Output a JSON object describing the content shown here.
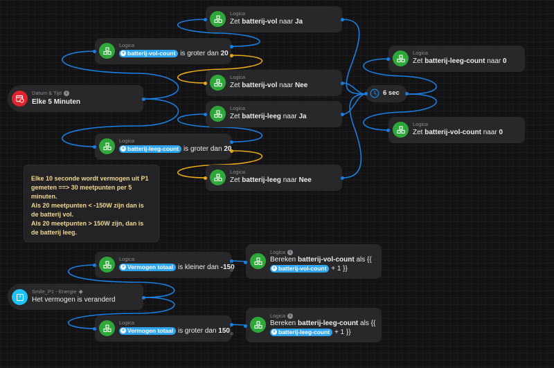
{
  "flow": {
    "triggers": [
      {
        "id": "trigger-time",
        "kind": "Datum & Tijd",
        "title": "Elke 5  Minuten",
        "icon": "calendar-clock-icon",
        "color": "#e0242e"
      },
      {
        "id": "trigger-energy",
        "kind": "Smile_P1 - Energie",
        "title": "Het vermogen is veranderd",
        "icon": "device-icon",
        "color": "#1ec3f5"
      }
    ],
    "conditions": [
      {
        "kind": "Logica",
        "tag": "batterij-vol-count",
        "text": "is groter dan",
        "value": "20"
      },
      {
        "kind": "Logica",
        "tag": "batterij-leeg-count",
        "text": "is groter dan",
        "value": "20"
      },
      {
        "kind": "Logica",
        "tag": "Vermogen totaal",
        "text": "is kleiner dan",
        "value": "-150"
      },
      {
        "kind": "Logica",
        "tag": "Vermogen totaal",
        "text": "is groter dan",
        "value": "150"
      }
    ],
    "actions": [
      {
        "kind": "Logica",
        "prefix": "Zet",
        "var": "batterij-vol",
        "mid": "naar",
        "val": "Ja"
      },
      {
        "kind": "Logica",
        "prefix": "Zet",
        "var": "batterij-vol",
        "mid": "naar",
        "val": "Nee"
      },
      {
        "kind": "Logica",
        "prefix": "Zet",
        "var": "batterij-leeg",
        "mid": "naar",
        "val": "Ja"
      },
      {
        "kind": "Logica",
        "prefix": "Zet",
        "var": "batterij-leeg",
        "mid": "naar",
        "val": "Nee"
      },
      {
        "kind": "Logica",
        "prefix": "Zet",
        "var": "batterij-leeg-count",
        "mid": "naar",
        "val": "0"
      },
      {
        "kind": "Logica",
        "prefix": "Zet",
        "var": "batterij-vol-count",
        "mid": "naar",
        "val": "0"
      }
    ],
    "calc_actions": [
      {
        "kind": "Logica",
        "prefix": "Bereken",
        "var": "batterij-vol-count",
        "mid": "als {{",
        "tag": "batterij-vol-count",
        "suffix": "+ 1 }}"
      },
      {
        "kind": "Logica",
        "prefix": "Bereken",
        "var": "batterij-leeg-count",
        "mid": "als {{",
        "tag": "batterij-leeg-count",
        "suffix": "+ 1 }}"
      }
    ],
    "delay": {
      "label": "6 sec",
      "icon": "clock-icon"
    },
    "note": "Elke 10 seconde wordt vermogen uit P1\ngemeten ==> 30 meetpunten per 5\nminuten.\nAls 20 meetpunten < -150W zijn dan is\nde batterij vol.\nAls 20 meetpunten > 150W zijn, dan is\nde batterij leeg."
  },
  "colors": {
    "wire_true": "#1a7fe0",
    "wire_false": "#e8a817",
    "logic_green": "#2fa83a",
    "tag_blue": "#2fa5f0",
    "note_text": "#f0d890"
  }
}
